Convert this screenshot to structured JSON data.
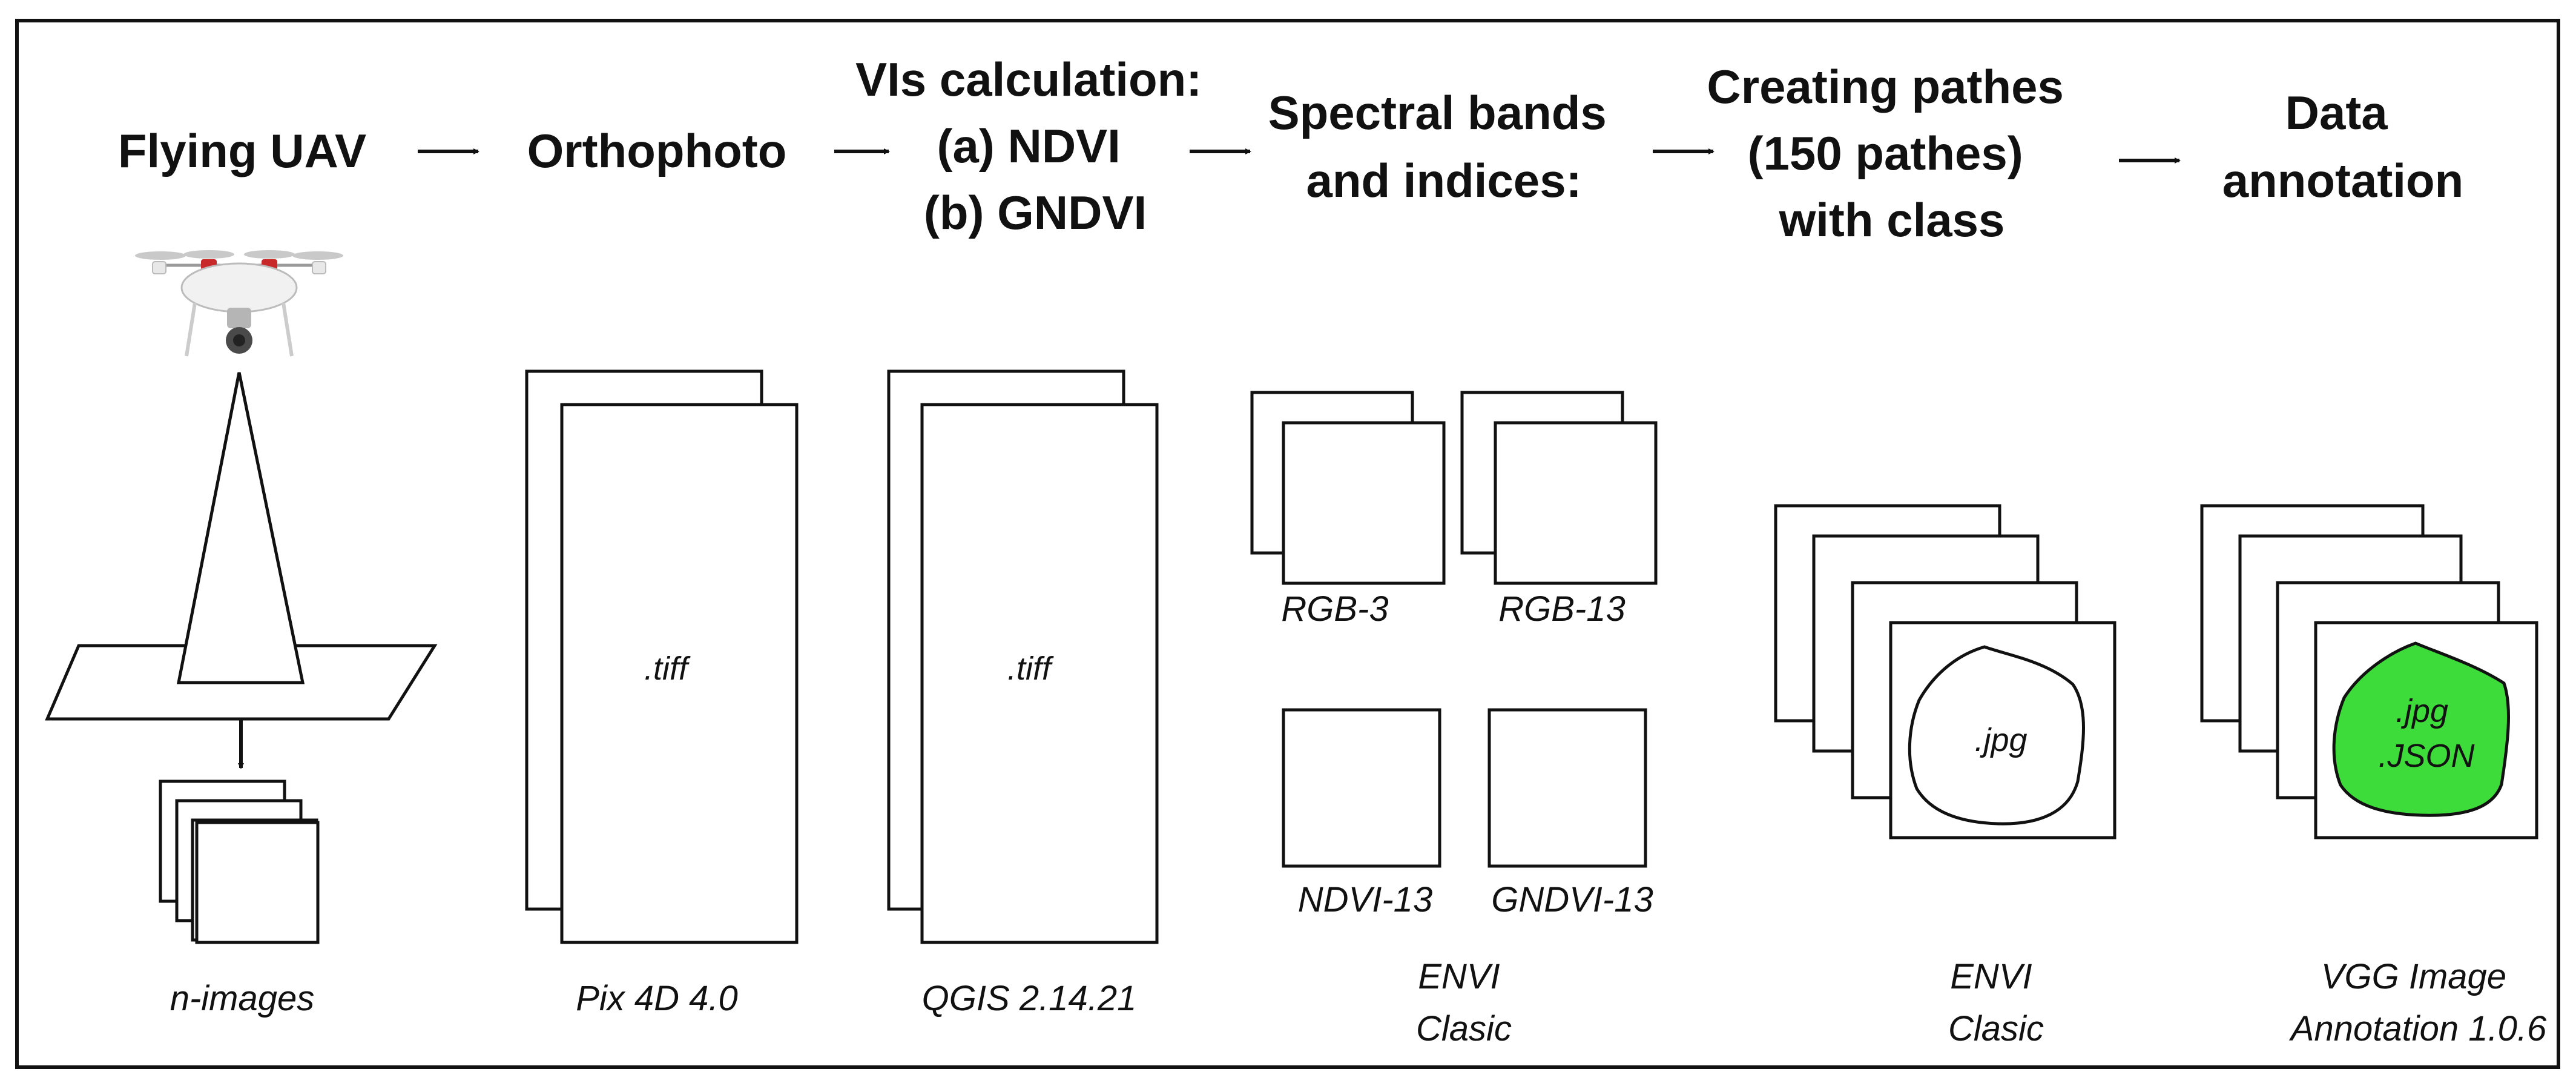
{
  "steps": {
    "s1": {
      "title": [
        "Flying UAV"
      ],
      "caption": [
        "n-images"
      ]
    },
    "s2": {
      "title": [
        "Orthophoto"
      ],
      "inner": ".tiff",
      "caption": [
        "Pix 4D 4.0"
      ]
    },
    "s3": {
      "title": [
        "VIs calculation:",
        "(a) NDVI",
        "(b) GNDVI"
      ],
      "inner": ".tiff",
      "caption": [
        "QGIS 2.14.21"
      ]
    },
    "s4": {
      "title": [
        "Spectral bands",
        "and indices:"
      ],
      "labels": [
        "RGB-3",
        "RGB-13",
        "NDVI-13",
        "GNDVI-13"
      ],
      "caption": [
        "ENVI",
        "Clasic"
      ]
    },
    "s5": {
      "title": [
        "Creating pathes",
        "(150 pathes)",
        "with class"
      ],
      "inner": ".jpg",
      "caption": [
        "ENVI",
        "Clasic"
      ]
    },
    "s6": {
      "title": [
        "Data",
        "annotation"
      ],
      "inner": [
        ".jpg",
        ".JSON"
      ],
      "caption": [
        "VGG Image",
        "Annotation 1.0.6"
      ]
    }
  },
  "colors": {
    "annotation_fill": "#3ddc3a",
    "stroke": "#111111"
  },
  "icons": {
    "drone": "drone-icon"
  }
}
